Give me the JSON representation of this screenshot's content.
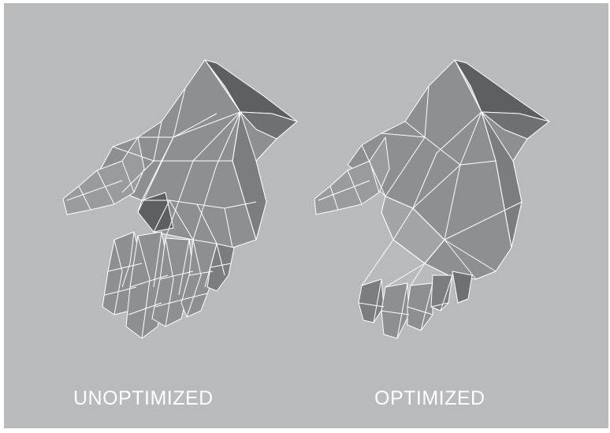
{
  "figure": {
    "panels": [
      {
        "caption": "UNOPTIMIZED",
        "variant": "unoptimized"
      },
      {
        "caption": "OPTIMIZED",
        "variant": "optimized"
      }
    ],
    "colors": {
      "background": "#b9babc",
      "mesh_fill": "#8e8f91",
      "mesh_dark": "#5e5f61",
      "mesh_light": "#a3a4a6",
      "wire": "#ffffff",
      "caption": "#ffffff"
    }
  }
}
